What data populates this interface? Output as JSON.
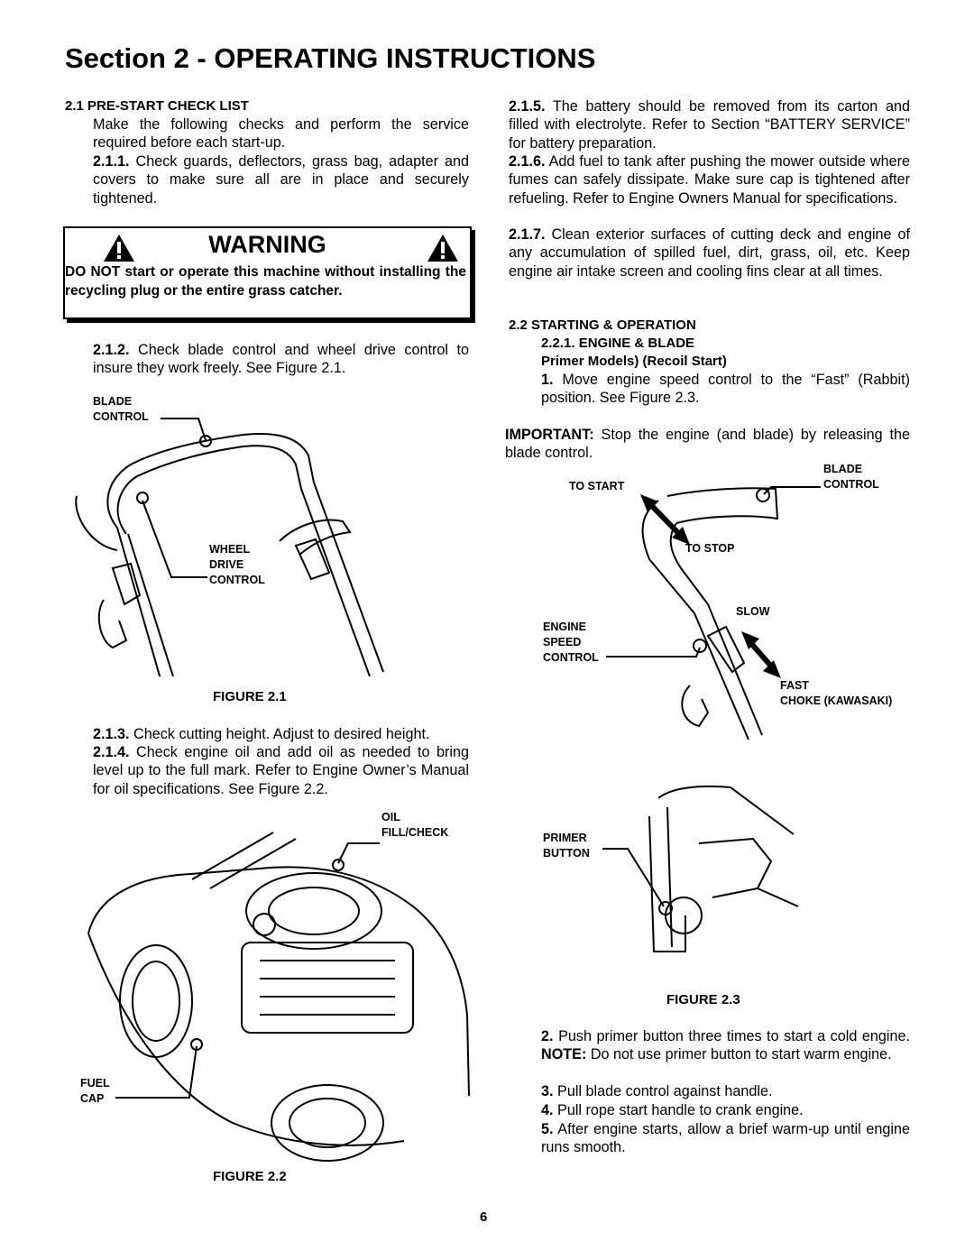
{
  "title": "Section 2 - OPERATING INSTRUCTIONS",
  "left": {
    "s21_heading": "2.1 PRE-START CHECK LIST",
    "s21_intro": "Make the following checks and perform the service required before each start-up.",
    "s211_num": "2.1.1.",
    "s211_text": "Check guards, deflectors, grass bag, adapter and covers to make sure all are in place and securely tightened.",
    "warning_title": "WARNING",
    "warning_text": "DO NOT start or operate this machine without installing the recycling plug or the entire grass catcher.",
    "s212_num": "2.1.2.",
    "s212_text": "Check blade control and wheel drive control to insure they work freely. See Figure 2.1.",
    "fig21_label_blade": "BLADE\nCONTROL",
    "fig21_label_wheel": "WHEEL\nDRIVE\nCONTROL",
    "fig21_caption": "FIGURE 2.1",
    "s213_num": "2.1.3.",
    "s213_text": "Check cutting height. Adjust to desired height.",
    "s214_num": "2.1.4.",
    "s214_text": "Check engine oil and add oil as needed to bring level up to the full mark. Refer to Engine Owner’s Manual for oil specifications. See Figure 2.2.",
    "fig22_label_oil": "OIL\nFILL/CHECK",
    "fig22_label_fuel": "FUEL\nCAP",
    "fig22_caption": "FIGURE 2.2"
  },
  "right": {
    "s215_num": "2.1.5.",
    "s215_text": "The battery should be removed from its carton and filled with electrolyte. Refer to Section “BATTERY SERVICE” for battery preparation.",
    "s216_num": "2.1.6.",
    "s216_text": "Add fuel to tank after pushing the mower outside where fumes can safely dissipate. Make sure cap is tightened after refueling. Refer to Engine Owners Manual for specifications.",
    "s217_num": "2.1.7.",
    "s217_text": "Clean exterior surfaces of cutting deck and engine of any accumulation of spilled fuel, dirt, grass, oil, etc. Keep engine air intake screen and cooling fins clear at all times.",
    "s22_heading": "2.2 STARTING & OPERATION",
    "s221_heading": "2.2.1. ENGINE & BLADE",
    "s221_sub": "Primer Models) (Recoil Start)",
    "step1_num": "1.",
    "step1_text": "Move engine speed control to the “Fast” (Rabbit) position. See Figure 2.3.",
    "important_label": "IMPORTANT:",
    "important_text": "Stop the engine (and blade) by releasing the blade control.",
    "fig23_label_blade": "BLADE\nCONTROL",
    "fig23_label_tostart": "TO START",
    "fig23_label_tostop": "TO STOP",
    "fig23_label_slow": "SLOW",
    "fig23_label_engine": "ENGINE\nSPEED\nCONTROL",
    "fig23_label_fast": "FAST",
    "fig23_label_choke": "CHOKE (KAWASAKI)",
    "fig23_label_primer": "PRIMER\nBUTTON",
    "fig23_caption": "FIGURE 2.3",
    "step2_num": "2.",
    "step2_text": "Push primer button three times to start a cold engine.",
    "step2_note_label": "NOTE:",
    "step2_note": "Do not use primer button to start warm engine.",
    "step3_num": "3.",
    "step3_text": "Pull blade control against handle.",
    "step4_num": "4.",
    "step4_text": "Pull rope start handle to crank engine.",
    "step5_num": "5.",
    "step5_text": "After engine starts, allow a brief warm-up until engine runs smooth."
  },
  "page_number": "6"
}
